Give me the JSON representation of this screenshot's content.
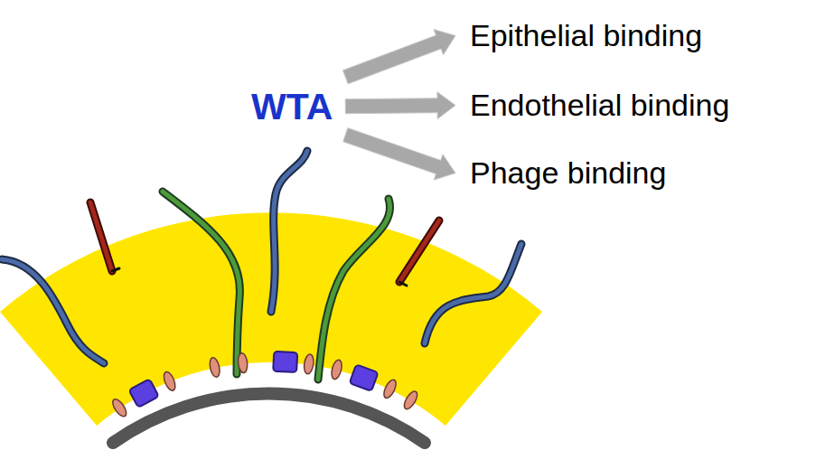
{
  "diagram": {
    "nodes": [
      {
        "text": [
          "WTA"
        ]
      },
      {
        "text": [
          "Epithelial binding"
        ]
      },
      {
        "text": [
          "Endothelial binding"
        ]
      },
      {
        "text": [
          "Phage binding"
        ]
      }
    ],
    "edges": [
      {
        "from": 0,
        "to": 1,
        "arrow": "to"
      },
      {
        "from": 0,
        "to": 2,
        "arrow": "to"
      },
      {
        "from": 0,
        "to": 3,
        "arrow": "to"
      }
    ]
  }
}
